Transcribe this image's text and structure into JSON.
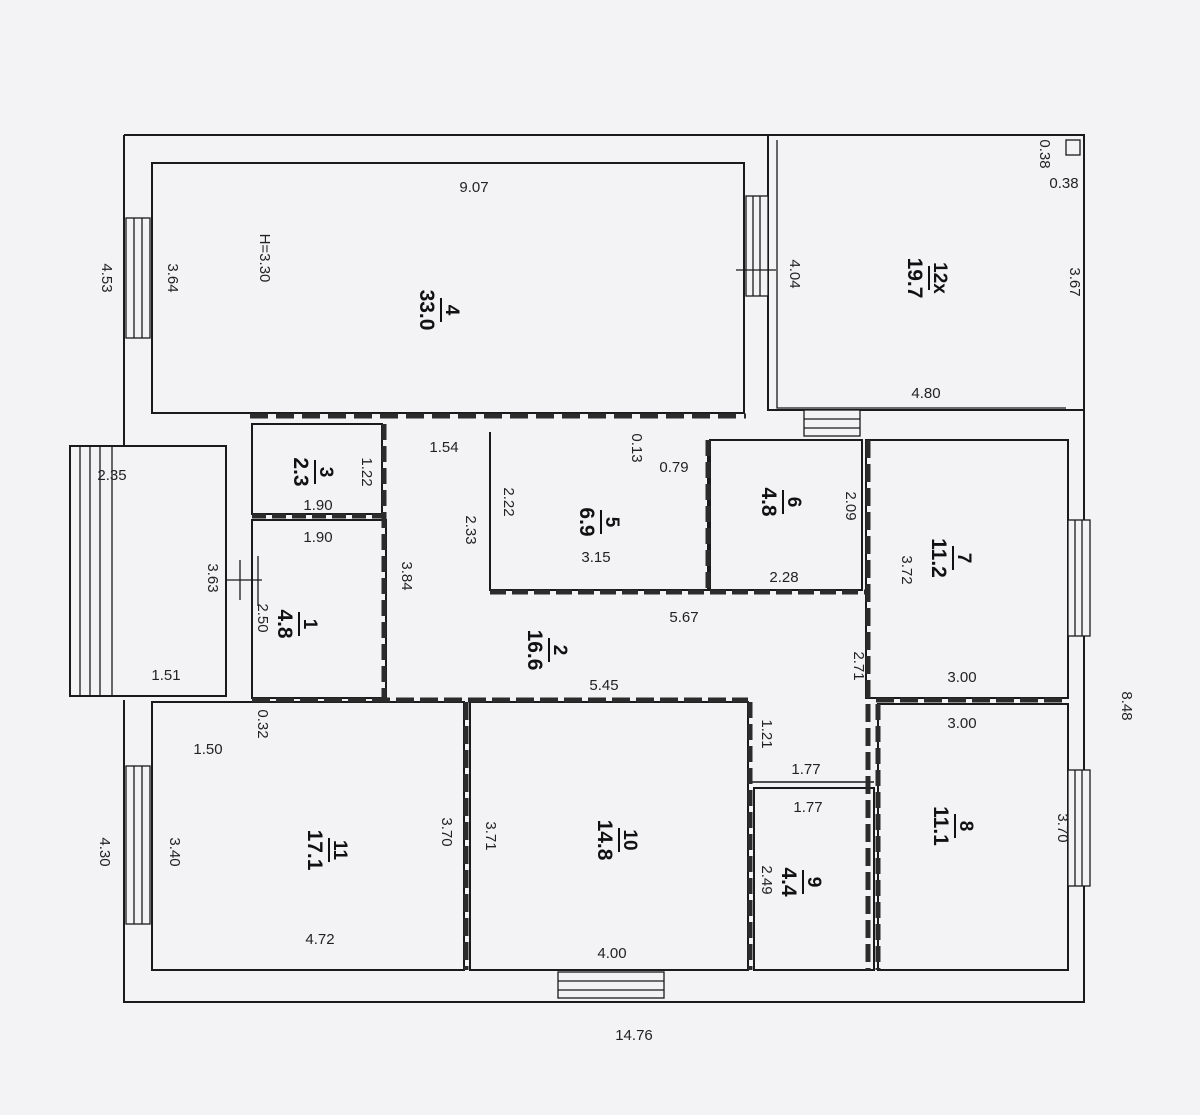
{
  "rooms": [
    {
      "id": "room-4",
      "number": "4",
      "area": "33.0"
    },
    {
      "id": "room-12x",
      "number": "12х",
      "area": "19.7"
    },
    {
      "id": "room-3",
      "number": "3",
      "area": "2.3"
    },
    {
      "id": "room-5",
      "number": "5",
      "area": "6.9"
    },
    {
      "id": "room-6",
      "number": "6",
      "area": "4.8"
    },
    {
      "id": "room-7",
      "number": "7",
      "area": "11.2"
    },
    {
      "id": "room-1",
      "number": "1",
      "area": "4.8"
    },
    {
      "id": "room-2",
      "number": "2",
      "area": "16.6"
    },
    {
      "id": "room-11",
      "number": "11",
      "area": "17.1"
    },
    {
      "id": "room-10",
      "number": "10",
      "area": "14.8"
    },
    {
      "id": "room-9",
      "number": "9",
      "area": "4.4"
    },
    {
      "id": "room-8",
      "number": "8",
      "area": "11.1"
    }
  ],
  "dimensions": {
    "room4_top": "9.07",
    "ceiling_height": "H=3.30",
    "room4_left_outer": "4.53",
    "room4_left_inner": "3.64",
    "room4_right": "4.04",
    "room12_top_v": "0.38",
    "room12_top_h": "0.38",
    "room12_right": "3.67",
    "room12_bottom": "4.80",
    "porch_top": "2.35",
    "porch_height": "3.63",
    "porch_bottom": "1.51",
    "room3_right": "1.22",
    "room3_bottom": "1.90",
    "room1_top": "1.90",
    "room1_left": "2.50",
    "room1_right": "3.84",
    "hall_top": "1.54",
    "hall_left": "2.33",
    "hall_step_v": "0.13",
    "hall_step_h": "0.79",
    "room5_left": "2.22",
    "room5_bottom": "3.15",
    "room6_right": "2.09",
    "room6_bottom": "2.28",
    "hall_width_mid": "5.67",
    "hall_width_low": "5.45",
    "hall_right": "2.71",
    "room7_left": "3.72",
    "room7_bottom": "3.00",
    "room8_top": "3.00",
    "room8_right": "3.70",
    "total_height_right": "8.48",
    "room11_top": "1.50",
    "room11_step": "0.32",
    "room11_left_outer": "4.30",
    "room11_left_inner": "3.40",
    "room11_right": "3.70",
    "room11_bottom": "4.72",
    "room10_left": "3.71",
    "room10_bottom": "4.00",
    "corridor_v": "1.21",
    "room9_top_a": "1.77",
    "room9_top_b": "1.77",
    "room9_left": "2.49",
    "total_width": "14.76"
  },
  "colors": {
    "line": "#1a1a1a",
    "wall": "#2b2b2b",
    "background": "#f3f3f5"
  }
}
